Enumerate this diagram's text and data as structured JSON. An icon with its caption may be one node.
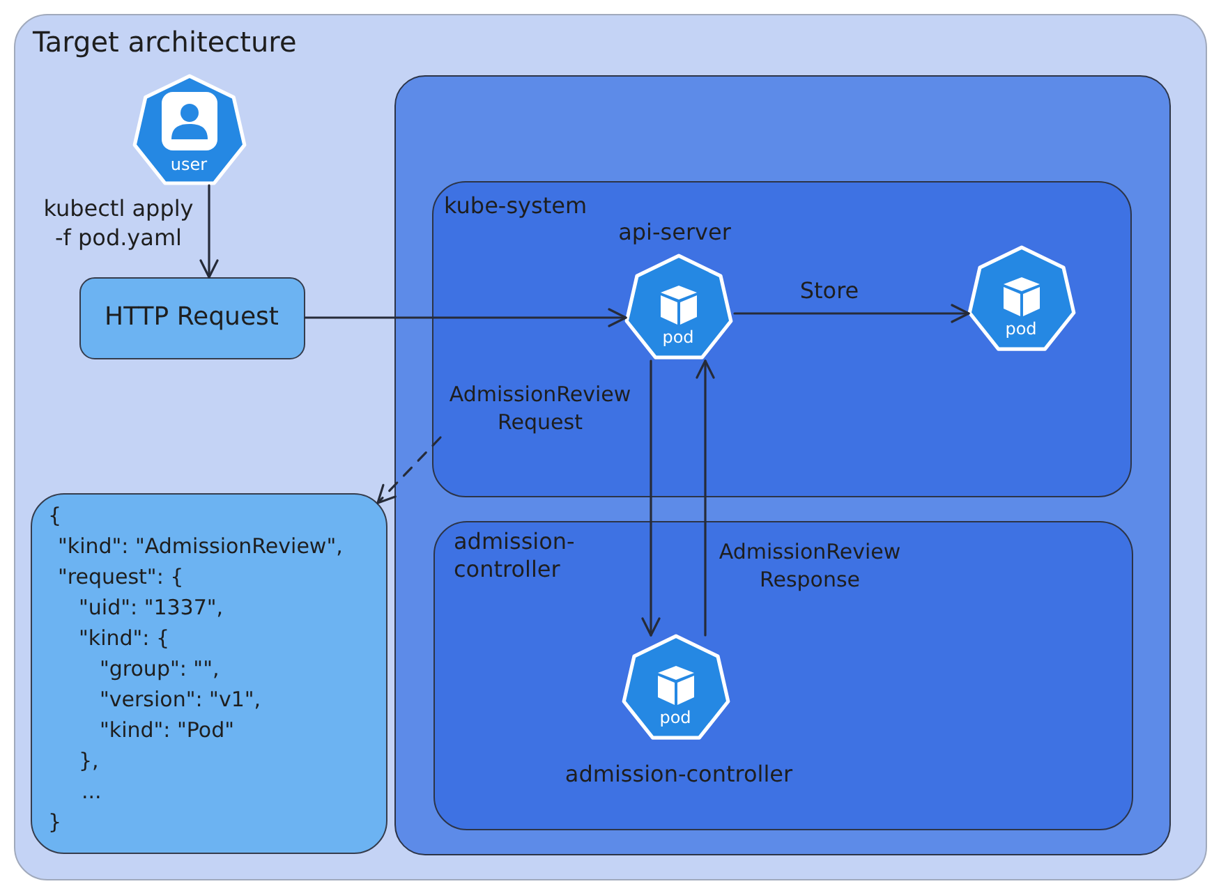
{
  "diagram": {
    "nodes": [
      {
        "text": [
          "Target architecture"
        ]
      },
      {
        "text": [
          "user"
        ],
        "in": 0
      },
      {
        "text": [
          "HTTP Request"
        ],
        "in": 0
      },
      {
        "text": [],
        "shape": "box",
        "in": 0
      },
      {
        "text": [
          "kube-system"
        ],
        "in": 3
      },
      {
        "text": [
          "pod"
        ],
        "beside": [
          "api-server"
        ],
        "in": 4
      },
      {
        "text": [
          "pod"
        ],
        "in": 4
      },
      {
        "text": [
          "AdmissionReview Request"
        ],
        "in": 4
      },
      {
        "text": [
          "{",
          "\"kind\": \"AdmissionReview\",",
          "\"request\": {",
          "\"uid\": \"1337\",",
          "\"kind\": {",
          "\"group\": \"\",",
          "\"version\": \"v1\",",
          "\"kind\": \"Pod\"",
          "},",
          "...",
          "}"
        ],
        "in": 0
      },
      {
        "text": [
          "admission-controller"
        ],
        "in": 3
      },
      {
        "text": [
          "pod"
        ],
        "beside": [
          "admission-controller"
        ],
        "in": 9
      }
    ],
    "edges": [
      {
        "from": 1,
        "to": 2,
        "arrow": "to",
        "label": "kubectl apply -f pod.yaml"
      },
      {
        "from": 2,
        "to": 5,
        "arrow": "to"
      },
      {
        "from": 5,
        "to": 6,
        "arrow": "to",
        "label": "Store"
      },
      {
        "from": 5,
        "to": 10,
        "arrow": "to"
      },
      {
        "from": 10,
        "to": 5,
        "arrow": "to",
        "label": "AdmissionReview Response"
      },
      {
        "from": 7,
        "to": 8,
        "arrow": "to",
        "style": "dashed"
      }
    ]
  }
}
